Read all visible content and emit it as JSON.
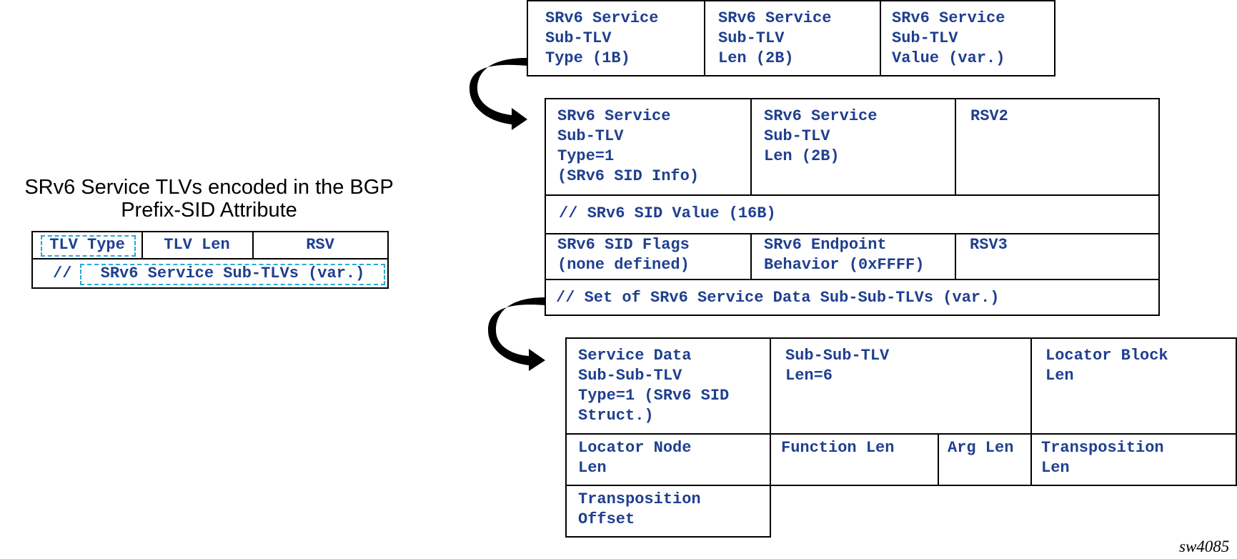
{
  "heading": {
    "line1": "SRv6 Service TLVs encoded in the BGP",
    "line2": "Prefix-SID Attribute"
  },
  "tlv_box": {
    "type": "TLV Type",
    "len": "TLV Len",
    "rsv": "RSV",
    "slashes": "//",
    "sub_tlvs": "SRv6 Service Sub-TLVs (var.)"
  },
  "sub_tlv_box": {
    "type": "SRv6 Service\nSub-TLV\nType (1B)",
    "len": "SRv6 Service\nSub-TLV\nLen (2B)",
    "value": "SRv6 Service\nSub-TLV\nValue (var.)"
  },
  "sid_info_box": {
    "type": "SRv6 Service\nSub-TLV\nType=1\n(SRv6 SID Info)",
    "len": "SRv6 Service\nSub-TLV\nLen (2B)",
    "rsv2": "RSV2",
    "sid_value": "// SRv6 SID Value (16B)",
    "flags": "SRv6 SID Flags\n(none defined)",
    "endpoint": "SRv6 Endpoint\nBehavior (0xFFFF)",
    "rsv3": "RSV3",
    "sub_sub_tlvs": "// Set of SRv6 Service Data Sub-Sub-TLVs (var.)"
  },
  "sid_struct_box": {
    "type": "Service Data\nSub-Sub-TLV\nType=1 (SRv6 SID\nStruct.)",
    "len": "Sub-Sub-TLV\nLen=6",
    "locator_block": "Locator Block\nLen",
    "locator_node": "Locator Node\nLen",
    "function": "Function Len",
    "arg": "Arg Len",
    "transposition_len": "Transposition\nLen",
    "transposition_offset": "Transposition\nOffset"
  },
  "signature": "sw4085",
  "colors": {
    "field_text": "#1f3f8f",
    "dashed_highlight": "#29a8d8",
    "line": "#000000"
  }
}
